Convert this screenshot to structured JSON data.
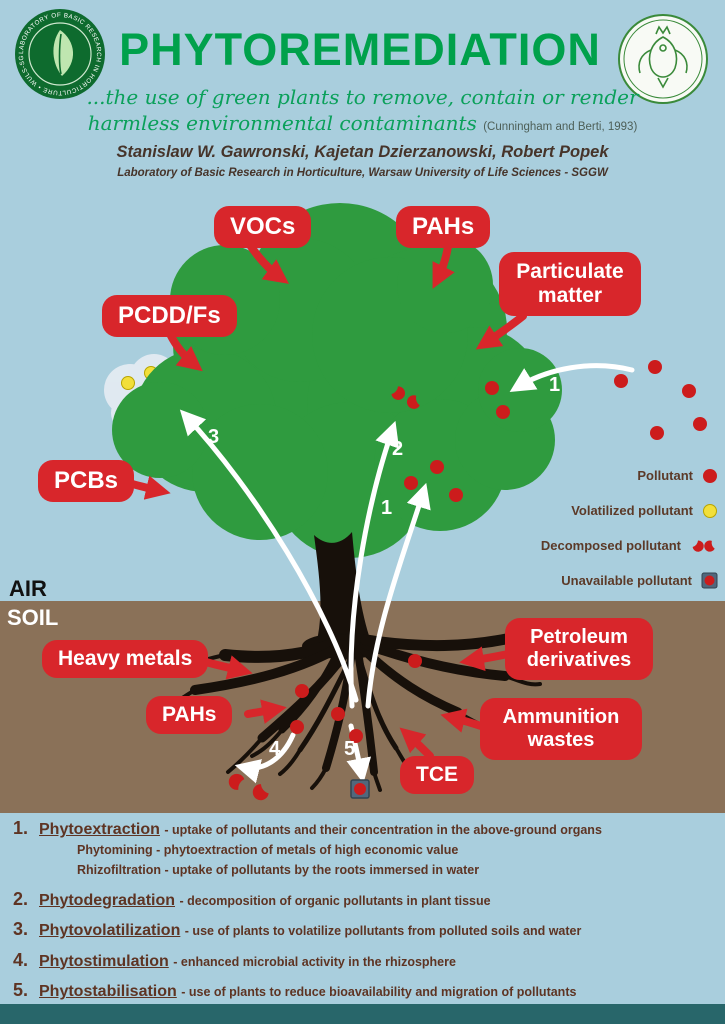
{
  "colors": {
    "sky": "#a9cedd",
    "soil": "#8a7158",
    "title_green": "#00a14b",
    "label_red": "#d8262b",
    "text_brown": "#5e3423",
    "footer_teal": "#28666a",
    "canopy_green": "#2f9b3f",
    "pollutant_red": "#cc1c1c",
    "volatilized_yellow": "#f2df3a"
  },
  "header": {
    "title": "PHYTOREMEDIATION",
    "subtitle_line1": "...the use of green plants to remove, contain or render",
    "subtitle_line2": "harmless environmental contaminants",
    "citation": "(Cunningham and Berti, 1993)",
    "authors": "Stanislaw W. Gawronski, Kajetan Dzierzanowski, Robert Popek",
    "affiliation": "Laboratory of Basic Research in Horticulture, Warsaw University of Life Sciences - SGGW",
    "left_logo_ring_text": "LABORATORY OF BASIC RESEARCH IN HORTICULTURE • WULS-SGGW"
  },
  "zones": {
    "air": "AIR",
    "soil": "SOIL"
  },
  "pollutant_labels": {
    "vocs": "VOCs",
    "pahs_air": "PAHs",
    "particulate_line1": "Particulate",
    "particulate_line2": "matter",
    "pcddfs": "PCDD/Fs",
    "pcbs": "PCBs",
    "heavy_metals": "Heavy metals",
    "pahs_soil": "PAHs",
    "petroleum_line1": "Petroleum",
    "petroleum_line2": "derivatives",
    "ammunition_line1": "Ammunition",
    "ammunition_line2": "wastes",
    "tce": "TCE"
  },
  "legend": {
    "items": [
      {
        "label": "Pollutant",
        "icon": "pollutant-dot-icon"
      },
      {
        "label": "Volatilized pollutant",
        "icon": "volatilized-dot-icon"
      },
      {
        "label": "Decomposed pollutant",
        "icon": "decomposed-crescents-icon"
      },
      {
        "label": "Unavailable pollutant",
        "icon": "unavailable-square-icon"
      }
    ]
  },
  "arrows": {
    "n1_air": "1",
    "n1_stem": "1",
    "n2": "2",
    "n3": "3",
    "n4": "4",
    "n5": "5"
  },
  "definitions": [
    {
      "num": "1.",
      "term": "Phytoextraction",
      "desc": "-  uptake of pollutants and their concentration in the above-ground organs",
      "sub": [
        "Phytomining - phytoextraction of metals of high economic value",
        "Rhizofiltration - uptake of pollutants by the roots immersed in water"
      ]
    },
    {
      "num": "2.",
      "term": "Phytodegradation",
      "desc": "- decomposition of organic pollutants in plant tissue"
    },
    {
      "num": "3.",
      "term": "Phytovolatilization",
      "desc": "- use of plants to volatilize pollutants from polluted soils and water"
    },
    {
      "num": "4.",
      "term": "Phytostimulation",
      "desc": "- enhanced microbial activity in the rhizosphere"
    },
    {
      "num": "5.",
      "term": "Phytostabilisation",
      "desc": "- use of plants to reduce bioavailability and migration of pollutants"
    }
  ]
}
